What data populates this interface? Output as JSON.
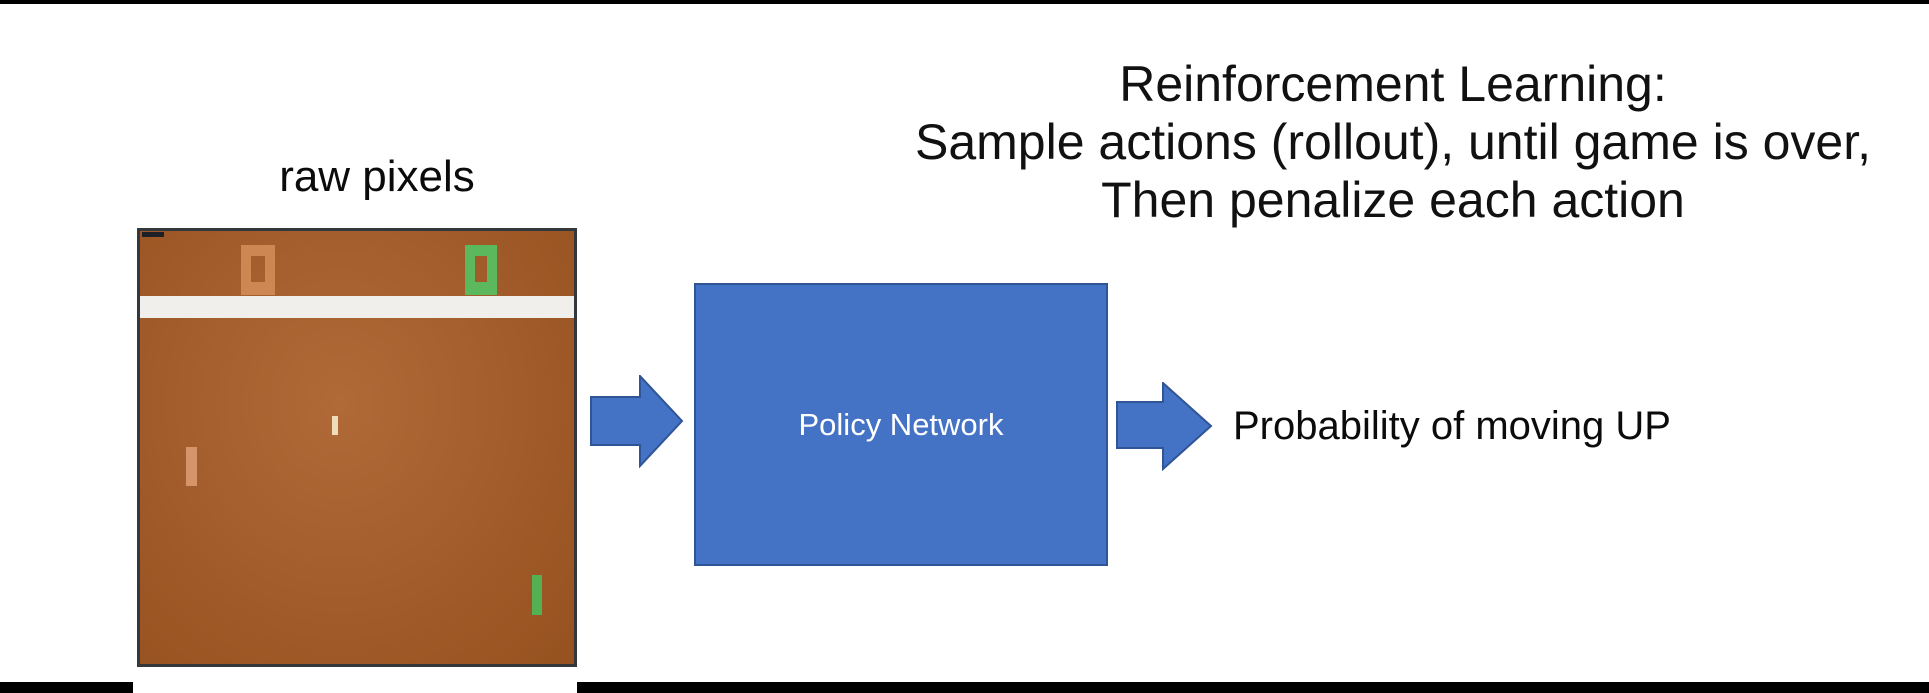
{
  "headline": {
    "lines": [
      "Reinforcement Learning:",
      "Sample actions (rollout), until game is over,",
      "Then penalize each action"
    ]
  },
  "game": {
    "label": "raw pixels",
    "left_score": "0",
    "right_score": "0"
  },
  "pipeline": {
    "box_label": "Policy Network",
    "output_label": "Probability of moving UP"
  },
  "icons": {
    "input_arrow": "right-block-arrow",
    "output_arrow": "right-block-arrow"
  },
  "colors": {
    "arrow_and_box_fill": "#4472c4",
    "box_border": "#2f5597",
    "box_text": "#ffffff",
    "headline_text": "#111111",
    "game_background": "#a25b2b",
    "game_border": "#33383c",
    "game_top_band": "#f0efeb",
    "score_left": "#cd8752",
    "score_right": "#5cb85c",
    "ball": "#eedcba",
    "paddle_left": "#d6946a",
    "paddle_right": "#53b153",
    "frame_bars": "#000000"
  }
}
